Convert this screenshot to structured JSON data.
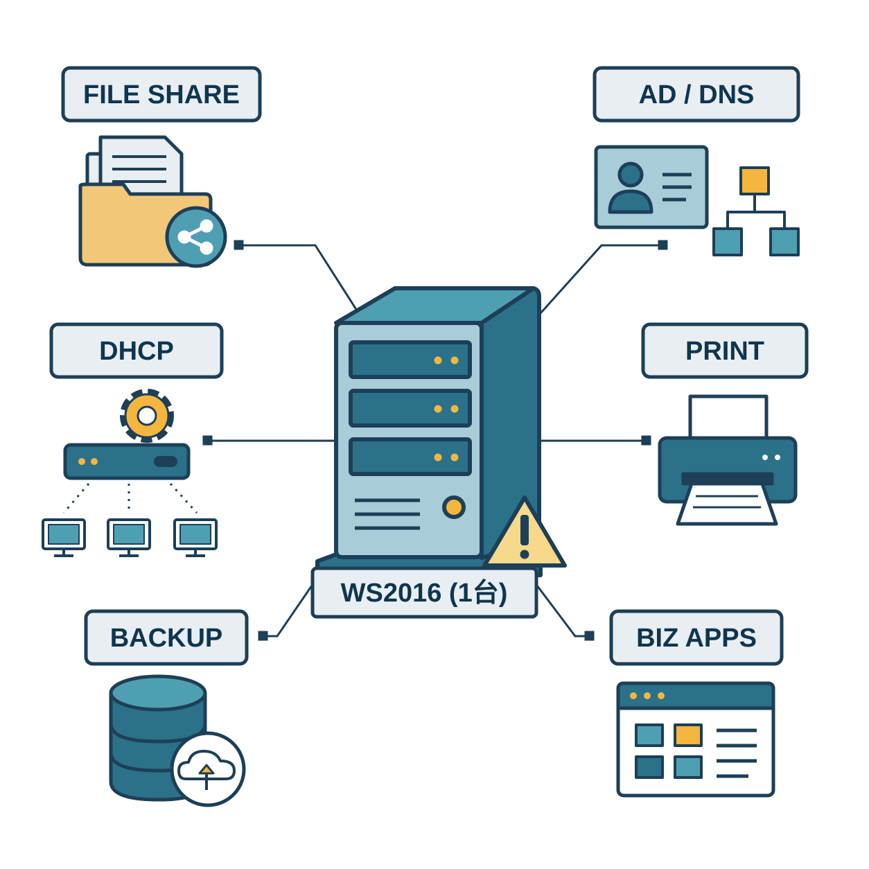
{
  "center": {
    "label": "WS2016 (1台)"
  },
  "services": {
    "file_share": "FILE SHARE",
    "ad_dns": "AD / DNS",
    "dhcp": "DHCP",
    "print": "PRINT",
    "backup": "BACKUP",
    "biz_apps": "BIZ APPS"
  },
  "colors": {
    "outline": "#1d3f57",
    "teal_dark": "#2b7189",
    "teal": "#4f9fb3",
    "teal_light": "#a9cdd8",
    "label_bg": "#e8eef1",
    "folder": "#f2c878",
    "accent_yellow": "#f4b63f",
    "warning": "#f6d98a"
  }
}
